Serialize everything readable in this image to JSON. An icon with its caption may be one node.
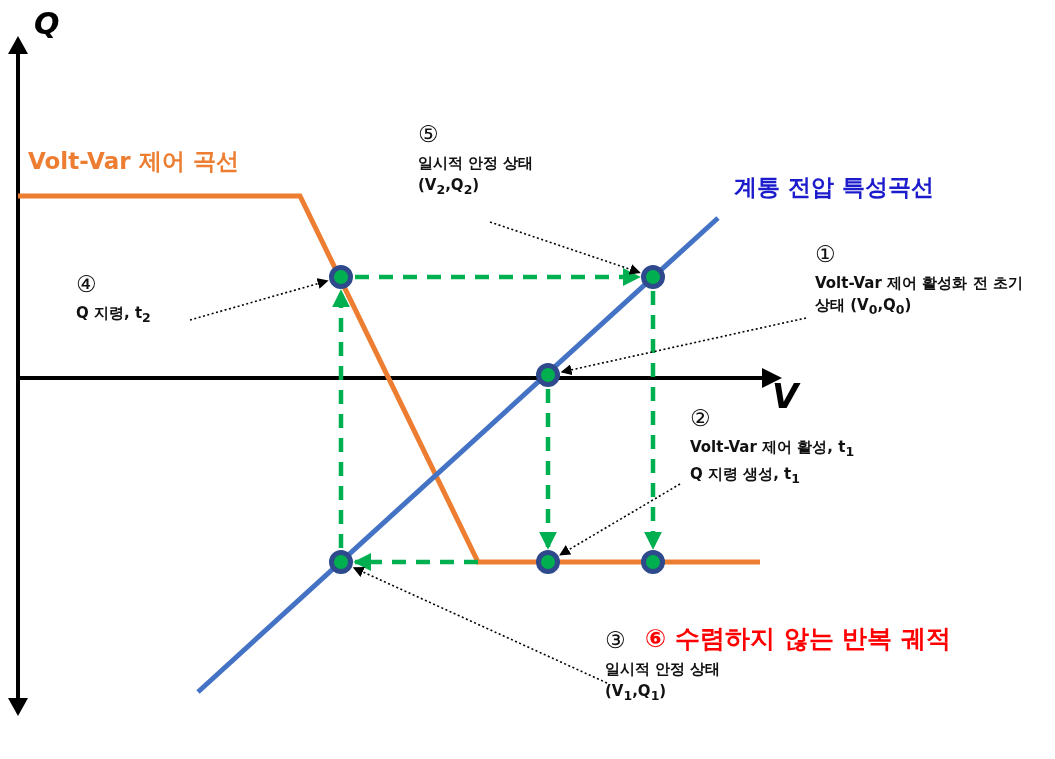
{
  "diagram": {
    "nodes": [
      {
        "text": [
          "⑤",
          "일시적 안정 상태 (V$_{2}$,Q$_{2}$)"
        ]
      },
      {
        "text": [
          "①",
          "Volt-Var 제어 활성화 전 초기 상태 (V$_{0}$,Q$_{0}$)"
        ]
      },
      {
        "text": [],
        "shape": "circle"
      },
      {
        "text": [],
        "shape": "circle"
      },
      {
        "text": [
          "④",
          "Q 지령, t$_{2}$"
        ]
      },
      {
        "text": [],
        "shape": "circle"
      },
      {
        "text": [
          "②",
          "Volt-Var 제어 활성, t$_{1}$",
          "Q 지령 생성, t$_{1}$"
        ]
      },
      {
        "text": [],
        "shape": "circle"
      },
      {
        "text": [],
        "shape": "circle"
      },
      {
        "text": [],
        "shape": "circle"
      },
      {
        "text": [
          "③",
          "일시적 안정 상태 (V$_{1}$,Q$_{1}$)"
        ]
      }
    ],
    "edges": [
      {
        "from": 5,
        "to": 8,
        "arrow": "to",
        "style": "dashed",
        "color": "#00b050"
      },
      {
        "from": null,
        "to": 7,
        "arrow": "to",
        "style": "dashed",
        "color": "#00b050"
      },
      {
        "from": 7,
        "to": 2,
        "arrow": "to",
        "style": "dashed",
        "color": "#00b050"
      },
      {
        "from": 2,
        "to": 3,
        "arrow": "to",
        "style": "dashed",
        "color": "#00b050"
      },
      {
        "from": 3,
        "to": 9,
        "arrow": "to",
        "style": "dashed",
        "color": "#00b050"
      },
      {
        "from": 0,
        "to": 3,
        "arrow": "to",
        "color": "#000000"
      },
      {
        "from": 4,
        "to": 2,
        "arrow": "to",
        "color": "#000000"
      },
      {
        "from": 1,
        "to": 5,
        "arrow": "to",
        "color": "#000000"
      },
      {
        "from": 6,
        "to": 8,
        "arrow": "to",
        "color": "#000000"
      },
      {
        "from": 10,
        "to": 7,
        "arrow": "to",
        "color": "#000000"
      }
    ],
    "labels": [
      "Q",
      "Volt-Var 제어 곡선",
      "계통 전압 특성곡선",
      "V",
      "⑥ 수렴하지 않는 반복 궤적"
    ]
  }
}
